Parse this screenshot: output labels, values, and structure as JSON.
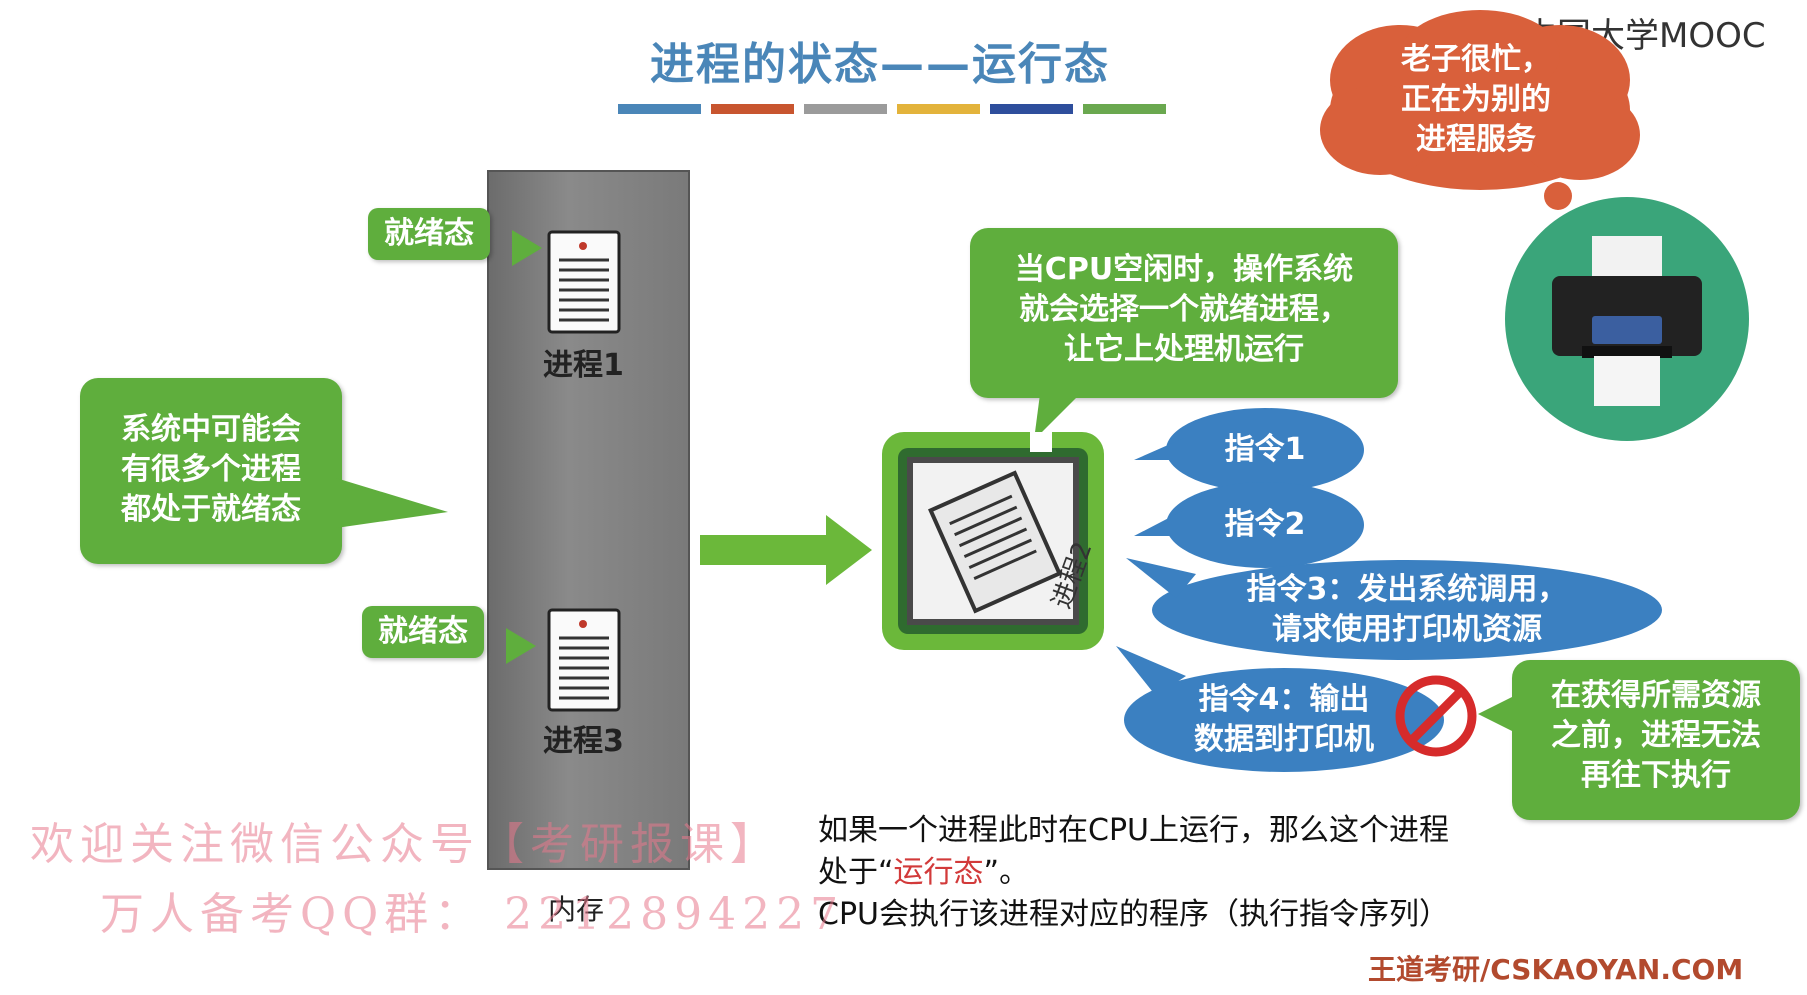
{
  "slide": {
    "title": "进程的状态——运行态",
    "title_bar_colors": [
      "#4a86b8",
      "#c8552f",
      "#9b9b9b",
      "#e3b33b",
      "#2e4e9c",
      "#6aa84f"
    ],
    "brand": "中国大学MOOC",
    "footer": "王道考研/CSKAOYAN.COM"
  },
  "memory": {
    "label": "内存",
    "processes": [
      {
        "tag": "就绪态",
        "name": "进程1"
      },
      {
        "tag": "就绪态",
        "name": "进程3"
      }
    ]
  },
  "callouts": {
    "left_note": "系统中可能会\n有很多个进程\n都处于就绪态",
    "cpu_note": "当CPU空闲时，操作系统\n就会选择一个就绪进程，\n让它上处理机运行",
    "right_note": "在获得所需资源\n之前，进程无法\n再往下执行",
    "printer_cloud": "老子很忙，\n正在为别的\n进程服务"
  },
  "cpu": {
    "process_name": "进程2"
  },
  "instructions": [
    "指令1",
    "指令2",
    "指令3：发出系统调用，\n请求使用打印机资源",
    "指令4：输出\n数据到打印机"
  ],
  "caption": {
    "line1": "如果一个进程此时在CPU上运行，那么这个进程",
    "line2_prefix": "处于“",
    "line2_red": "运行态",
    "line2_suffix": "”。",
    "line3": "CPU会执行该进程对应的程序（执行指令序列）"
  },
  "watermark": {
    "line1": "欢迎关注微信公众号【考研报课】",
    "line2": "万人备考QQ群： 2212894227"
  },
  "colors": {
    "green": "#5fae3d",
    "blue": "#3b80c1",
    "cloud": "#d9603b",
    "printer_circle": "#3aa57a"
  }
}
